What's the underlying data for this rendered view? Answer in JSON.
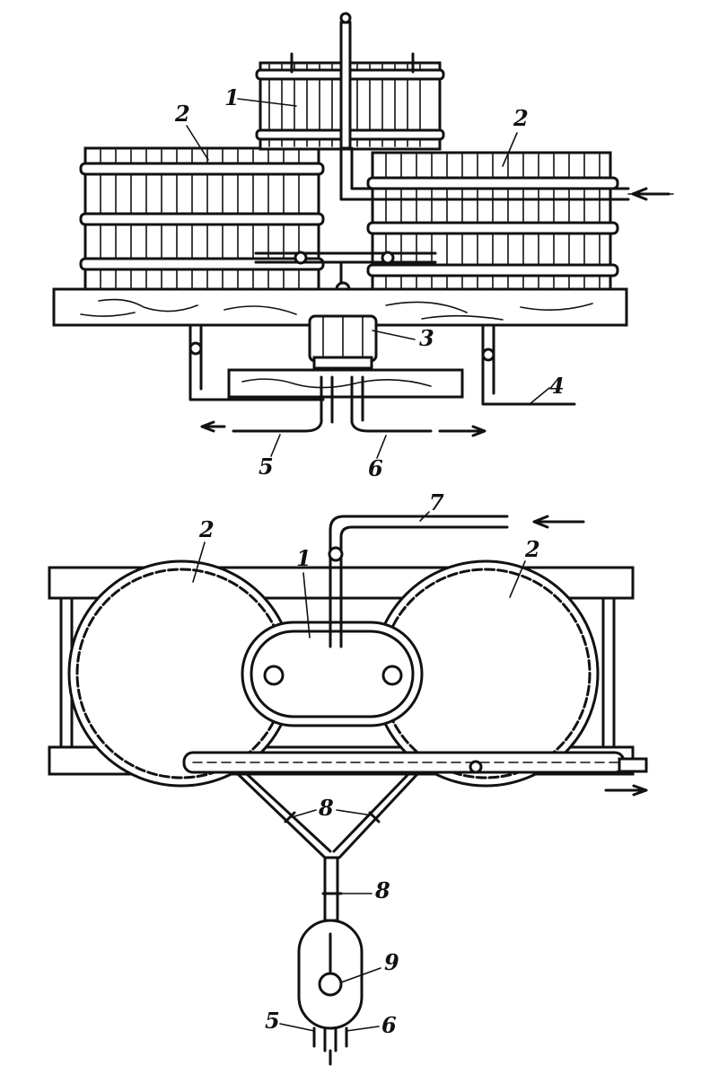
{
  "labels": {
    "barrel_small": "1",
    "barrel_big": "2",
    "distributor": "3",
    "pipe_inlet": "4",
    "outlet_left": "5",
    "outlet_right": "6",
    "pipe_feed": "7",
    "valve": "8",
    "vessel": "9"
  },
  "colors": {
    "ink": "#111111",
    "background": "#ffffff"
  }
}
